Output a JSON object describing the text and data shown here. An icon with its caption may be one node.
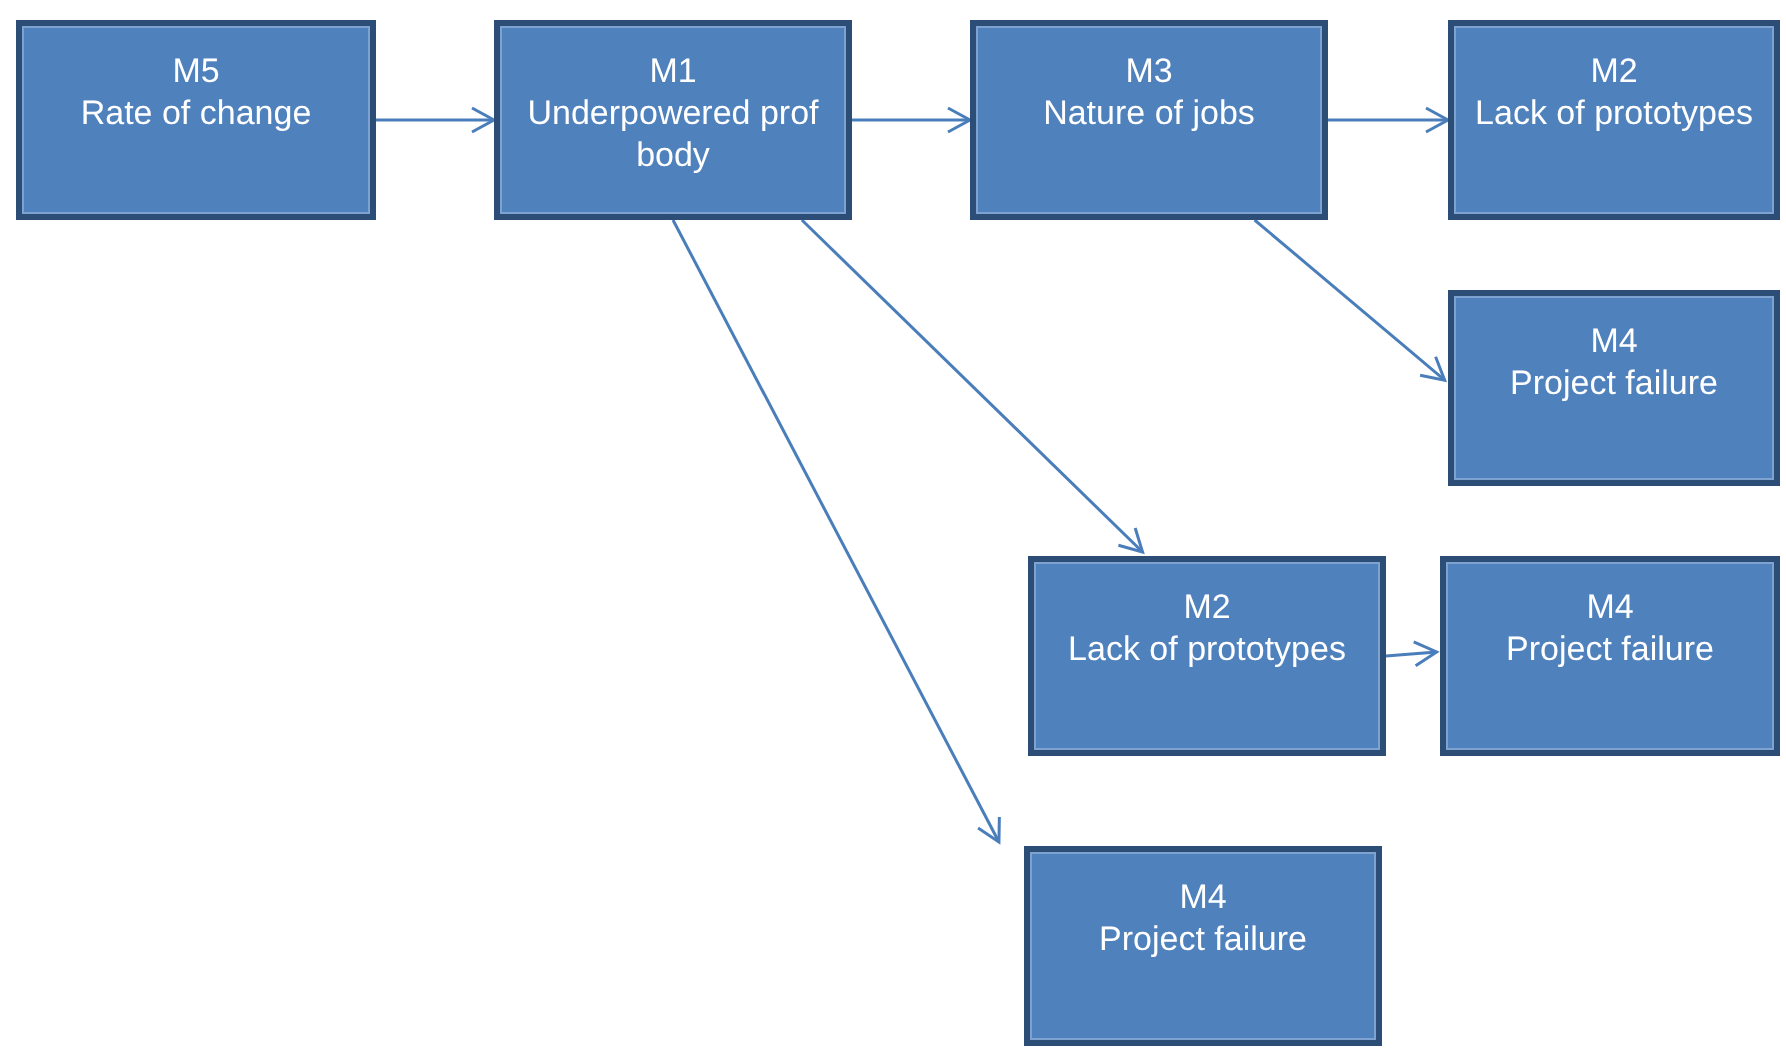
{
  "diagram": {
    "nodes": [
      {
        "text": [
          "M5",
          "Rate of change"
        ]
      },
      {
        "text": [
          "M1",
          "Underpowered prof body"
        ]
      },
      {
        "text": [
          "M3",
          "Nature of jobs"
        ]
      },
      {
        "text": [
          "M2",
          "Lack of prototypes"
        ]
      },
      {
        "text": [
          "M4",
          "Project failure"
        ]
      },
      {
        "text": [
          "M2",
          "Lack of prototypes"
        ]
      },
      {
        "text": [
          "M4",
          "Project failure"
        ]
      },
      {
        "text": [
          "M4",
          "Project failure"
        ]
      }
    ],
    "edges": [
      {
        "from": 0,
        "to": 1,
        "arrow": "to"
      },
      {
        "from": 1,
        "to": 2,
        "arrow": "to"
      },
      {
        "from": 2,
        "to": 3,
        "arrow": "to"
      },
      {
        "from": 2,
        "to": 4,
        "arrow": "to"
      },
      {
        "from": 1,
        "to": 5,
        "arrow": "to"
      },
      {
        "from": 5,
        "to": 6,
        "arrow": "to"
      },
      {
        "from": 1,
        "to": 7,
        "arrow": "to"
      }
    ]
  }
}
